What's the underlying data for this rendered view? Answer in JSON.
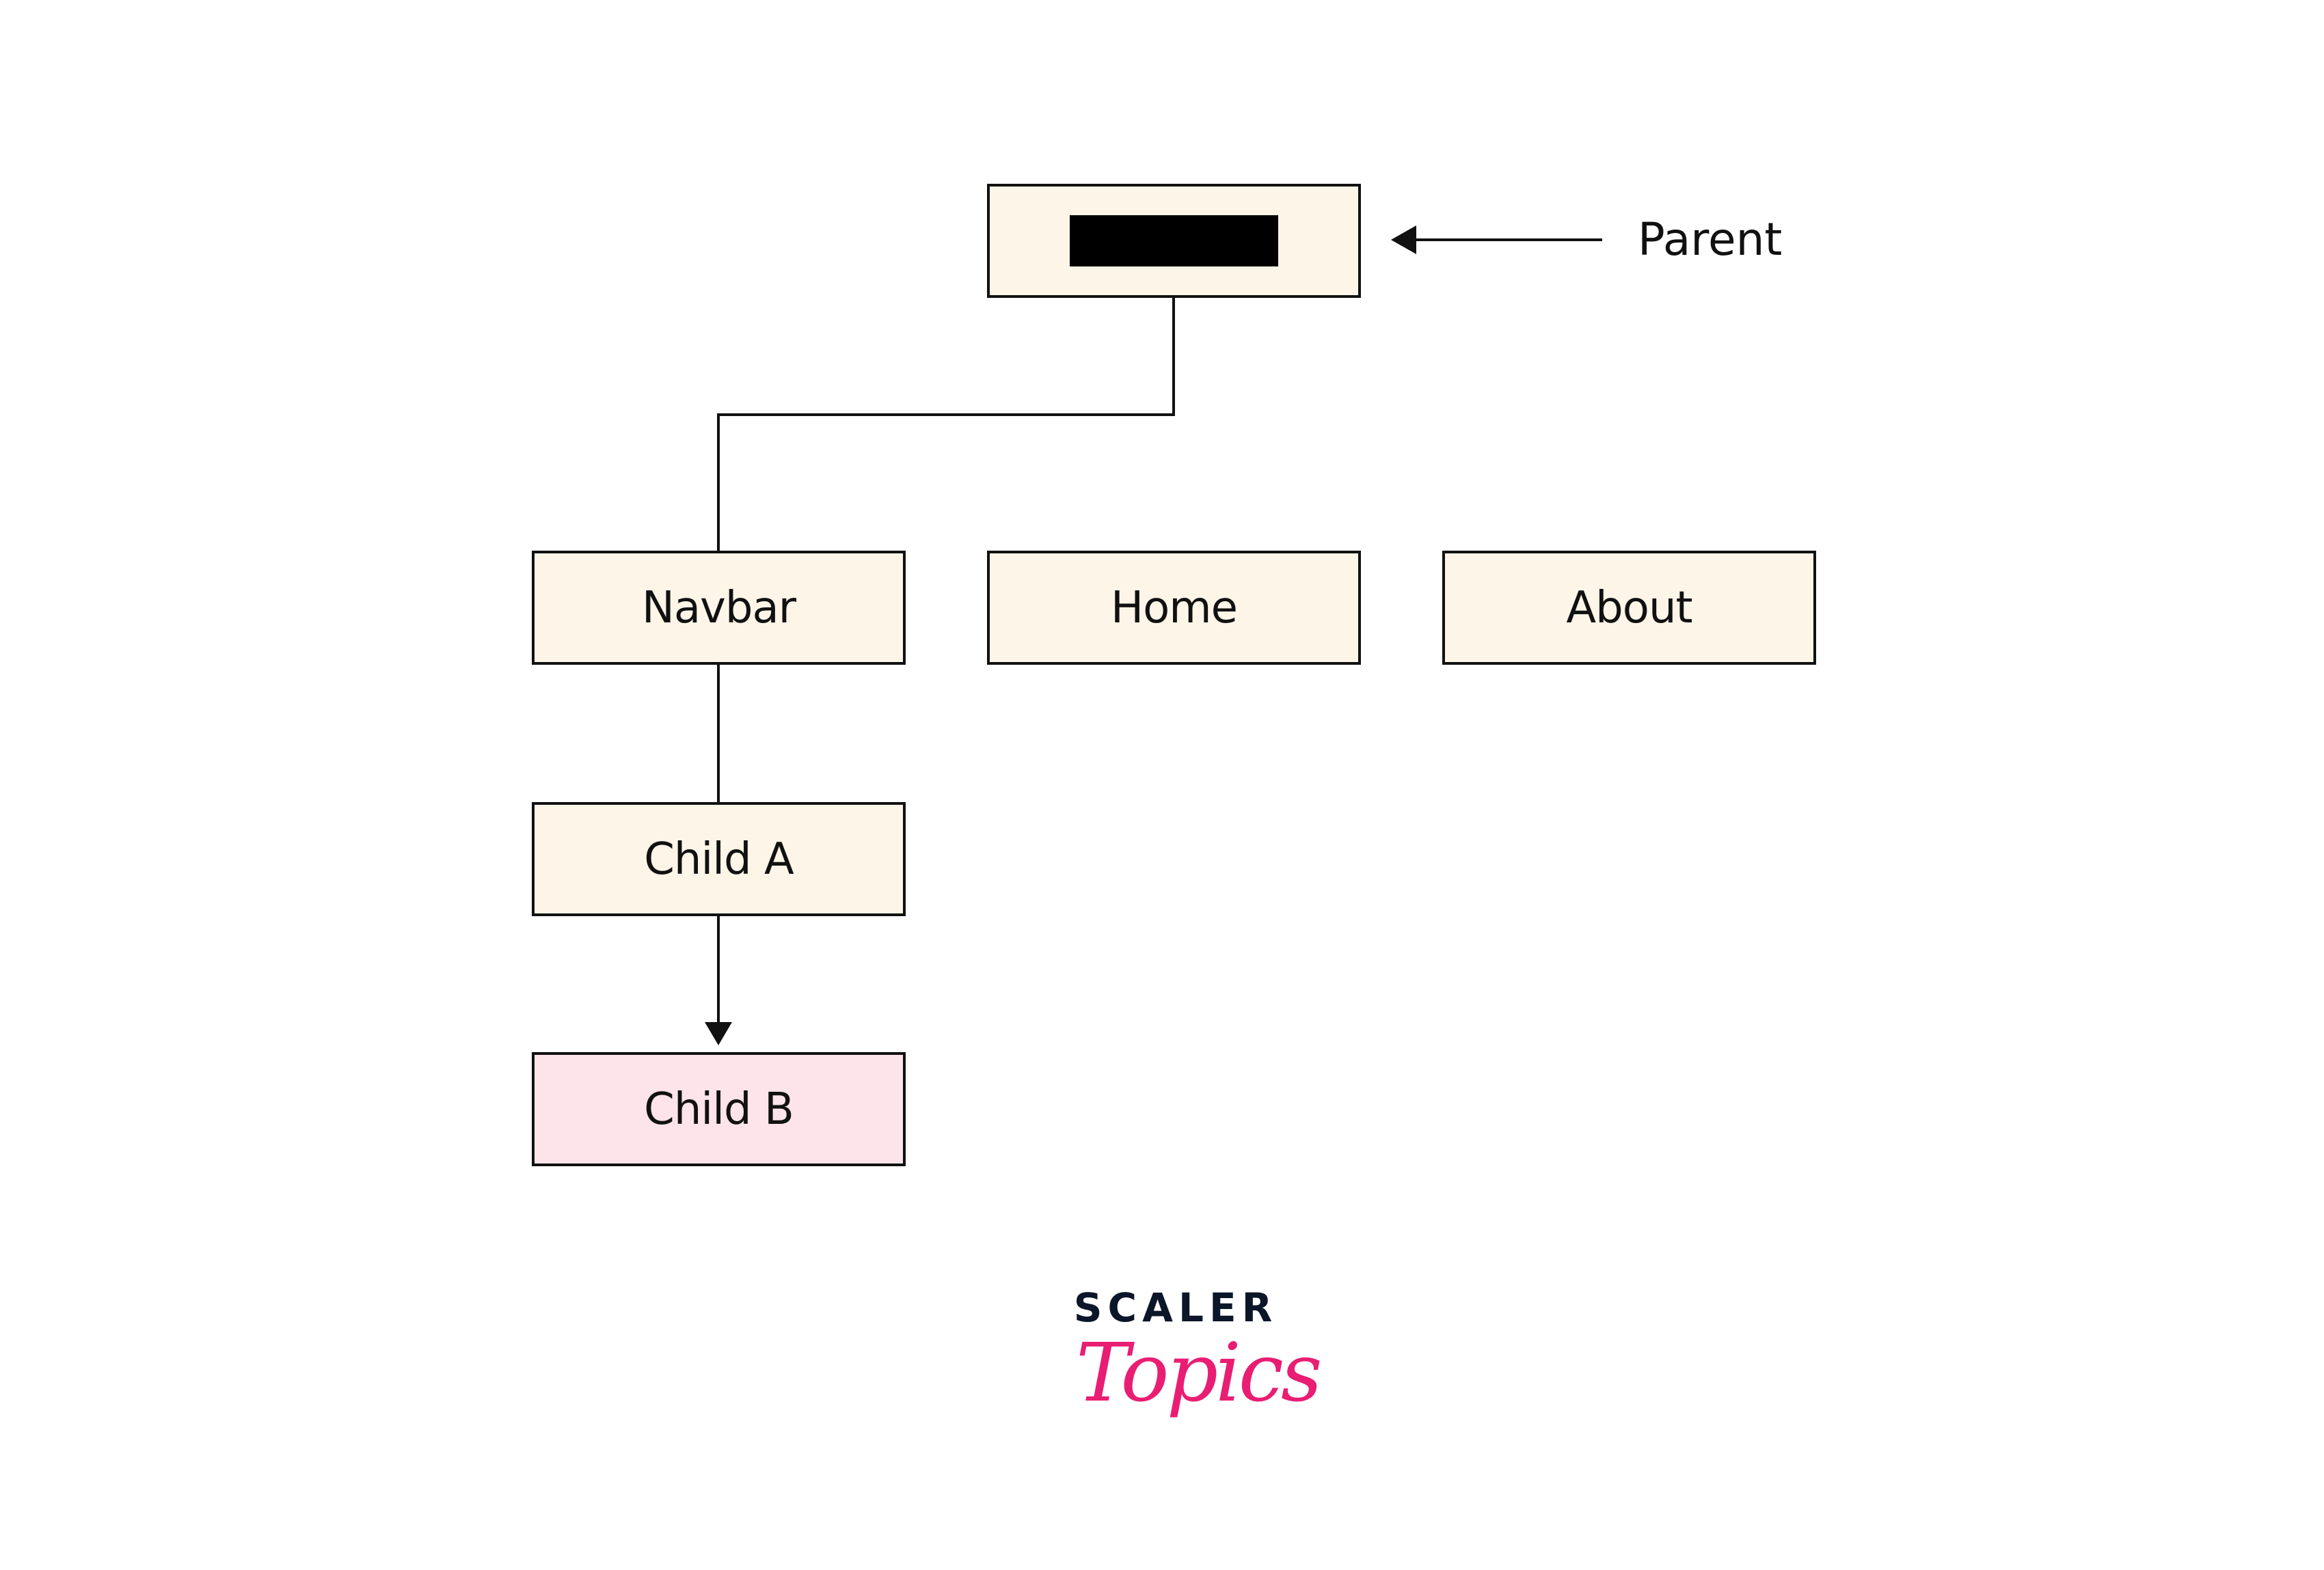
{
  "parent_label": "Parent",
  "nodes": {
    "navbar": "Navbar",
    "home": "Home",
    "about": "About",
    "child_a": "Child A",
    "child_b": "Child B"
  },
  "logo": {
    "line1": "SCALER",
    "line2": "Topics"
  },
  "colors": {
    "box_fill": "#fdf5e8",
    "highlight_fill": "#fde4ea",
    "logo_pink": "#e91e73",
    "logo_dark": "#0b1628"
  }
}
